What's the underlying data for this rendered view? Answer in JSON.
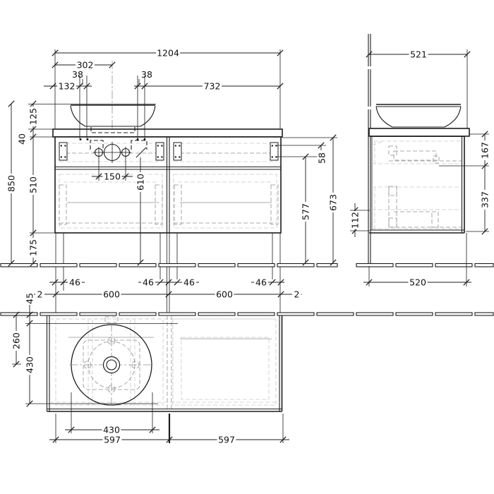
{
  "drawing": {
    "background_color": "#ffffff",
    "line_color": "#1c1c1c",
    "hidden_line_color": "#909090",
    "faint_line_color": "#c8c8c8"
  },
  "dims": {
    "front": {
      "total_width": "1204",
      "basin_center_offset": "302",
      "tap_left_offset": "132",
      "tap_hole_width": "38",
      "right_section_width": "732",
      "total_height": "850",
      "basin_height": "125",
      "counter_thickness": "40",
      "cabinet_height": "510",
      "floor_clearance": "175",
      "hole_spacing": "150",
      "hole_height": "610",
      "bracket_spacing": "58",
      "bracket_height": "577",
      "cabinet_top_height": "673",
      "edge_gap": "2",
      "unit_width": "600",
      "hinge_offset": "46"
    },
    "side": {
      "total_depth": "521",
      "top_drawer_height": "167",
      "bottom_drawer_height": "337",
      "back_panel_height": "112",
      "cabinet_depth": "520"
    },
    "plan": {
      "wall_to_basin": "45",
      "wall_to_basin_center": "260",
      "basin_diameter": "430",
      "cabinet_half_width": "597"
    }
  }
}
